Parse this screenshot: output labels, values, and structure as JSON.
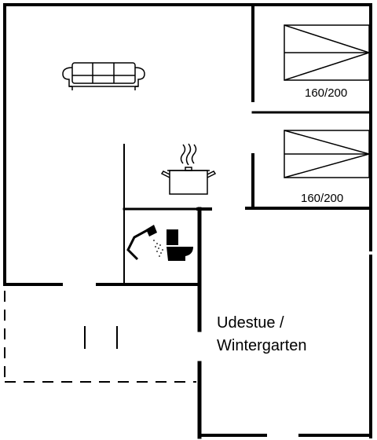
{
  "rooms": {
    "bed_top_label": "160/200",
    "bed_bottom_label": "160/200",
    "sunroom_line1": "Udestue /",
    "sunroom_line2": "Wintergarten"
  },
  "icons": [
    "sofa-icon",
    "cooking-pot-icon",
    "shower-icon",
    "toilet-icon",
    "double-bed-icon"
  ]
}
